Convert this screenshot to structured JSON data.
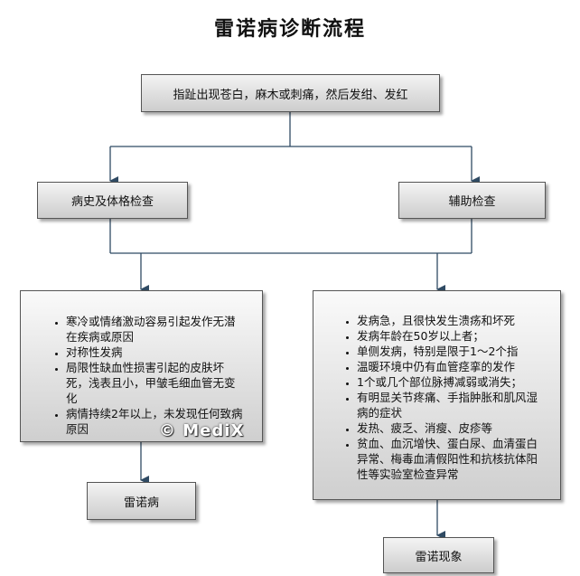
{
  "title": "雷诺病诊断流程",
  "top_box": "指趾出现苍白，麻木或刺痛，然后发绀、发红",
  "left_branch": "病史及体格检查",
  "right_branch": "辅助检查",
  "left_criteria": [
    "寒冷或情绪激动容易引起发作无潜在疾病或原因",
    "对称性发病",
    "局限性缺血性损害引起的皮肤坏死，浅表且小，甲皱毛细血管无变化",
    "病情持续2年以上，未发现任何致病原因"
  ],
  "right_criteria": [
    "发病急，且很快发生溃疡和坏死",
    "发病年龄在50岁以上者；",
    "单侧发病，特别是限于1～2个指",
    "温暖环境中仍有血管痉挛的发作",
    "1个或几个部位脉搏减弱或消失；",
    "有明显关节疼痛、手指肿胀和肌风湿病的症状",
    "发热、疲乏、消瘦、皮疹等",
    "贫血、血沉增快、蛋白尿、血清蛋白异常、梅毒血清假阳性和抗核抗体阳性等实验室检查异常"
  ],
  "left_result": "雷诺病",
  "right_result": "雷诺现象",
  "watermark": "© MediX"
}
